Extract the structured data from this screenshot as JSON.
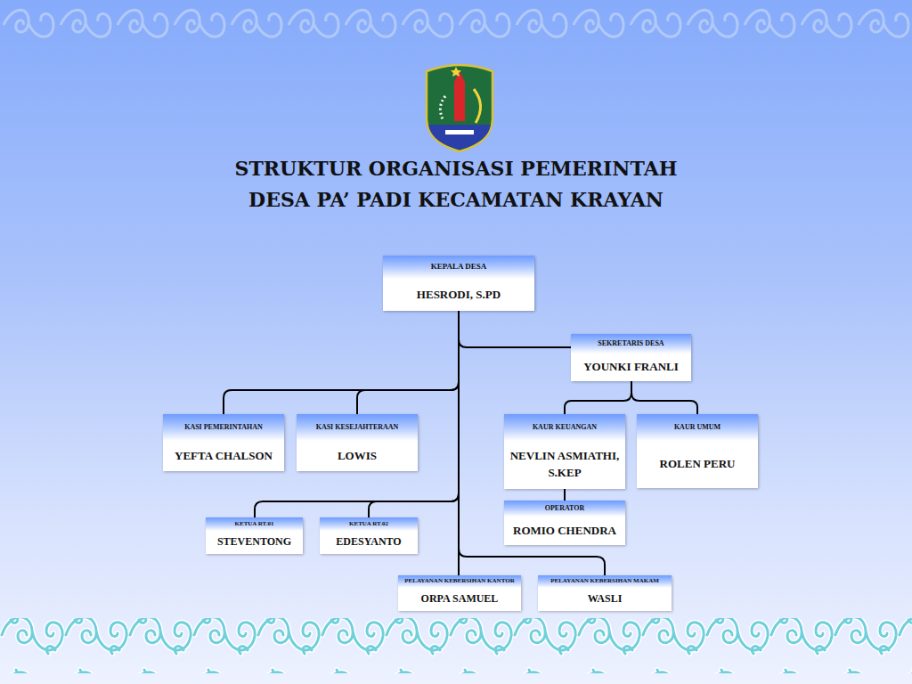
{
  "diagram": {
    "title": "STRUKTUR ORGANISASI PEMERINTAH DESA PA’ PADI KECAMATAN KRAYAN",
    "nodes": [
      {
        "text": [
          "KEPALA DESA",
          "HESRODI, S.PD"
        ]
      },
      {
        "text": [
          "SEKRETARIS DESA",
          "YOUNKI FRANLI"
        ]
      },
      {
        "text": [
          "KASI PEMERINTAHAN",
          "YEFTA CHALSON"
        ]
      },
      {
        "text": [
          "KASI KESEJAHTERAAN",
          "LOWIS"
        ]
      },
      {
        "text": [
          "KAUR KEUANGAN",
          "NEVLIN ASMIATHI, S.KEP"
        ]
      },
      {
        "text": [
          "KAUR UMUM",
          "ROLEN PERU"
        ]
      },
      {
        "text": [
          "OPERATOR",
          "ROMIO CHENDRA"
        ]
      },
      {
        "text": [
          "KETUA RT.01",
          "STEVENTONG"
        ]
      },
      {
        "text": [
          "KETUA RT.02",
          "EDESYANTO"
        ]
      },
      {
        "text": [
          "PELAYANAN KEBERSIHAN KANTOR",
          "ORPA SAMUEL"
        ]
      },
      {
        "text": [
          "PELAYANAN KEBERSIHAN MAKAM",
          "WASLI"
        ]
      }
    ],
    "edges": [
      {
        "from": 0,
        "to": 1,
        "arrow": "none"
      },
      {
        "from": 0,
        "to": 2,
        "arrow": "none"
      },
      {
        "from": 0,
        "to": 3,
        "arrow": "none"
      },
      {
        "from": 1,
        "to": 4,
        "arrow": "none"
      },
      {
        "from": 1,
        "to": 5,
        "arrow": "none"
      },
      {
        "from": 4,
        "to": 6,
        "arrow": "none"
      },
      {
        "from": 0,
        "to": 7,
        "arrow": "none"
      },
      {
        "from": 0,
        "to": 8,
        "arrow": "none"
      },
      {
        "from": 0,
        "to": 9,
        "arrow": "none"
      },
      {
        "from": 0,
        "to": 10,
        "arrow": "none"
      }
    ]
  }
}
